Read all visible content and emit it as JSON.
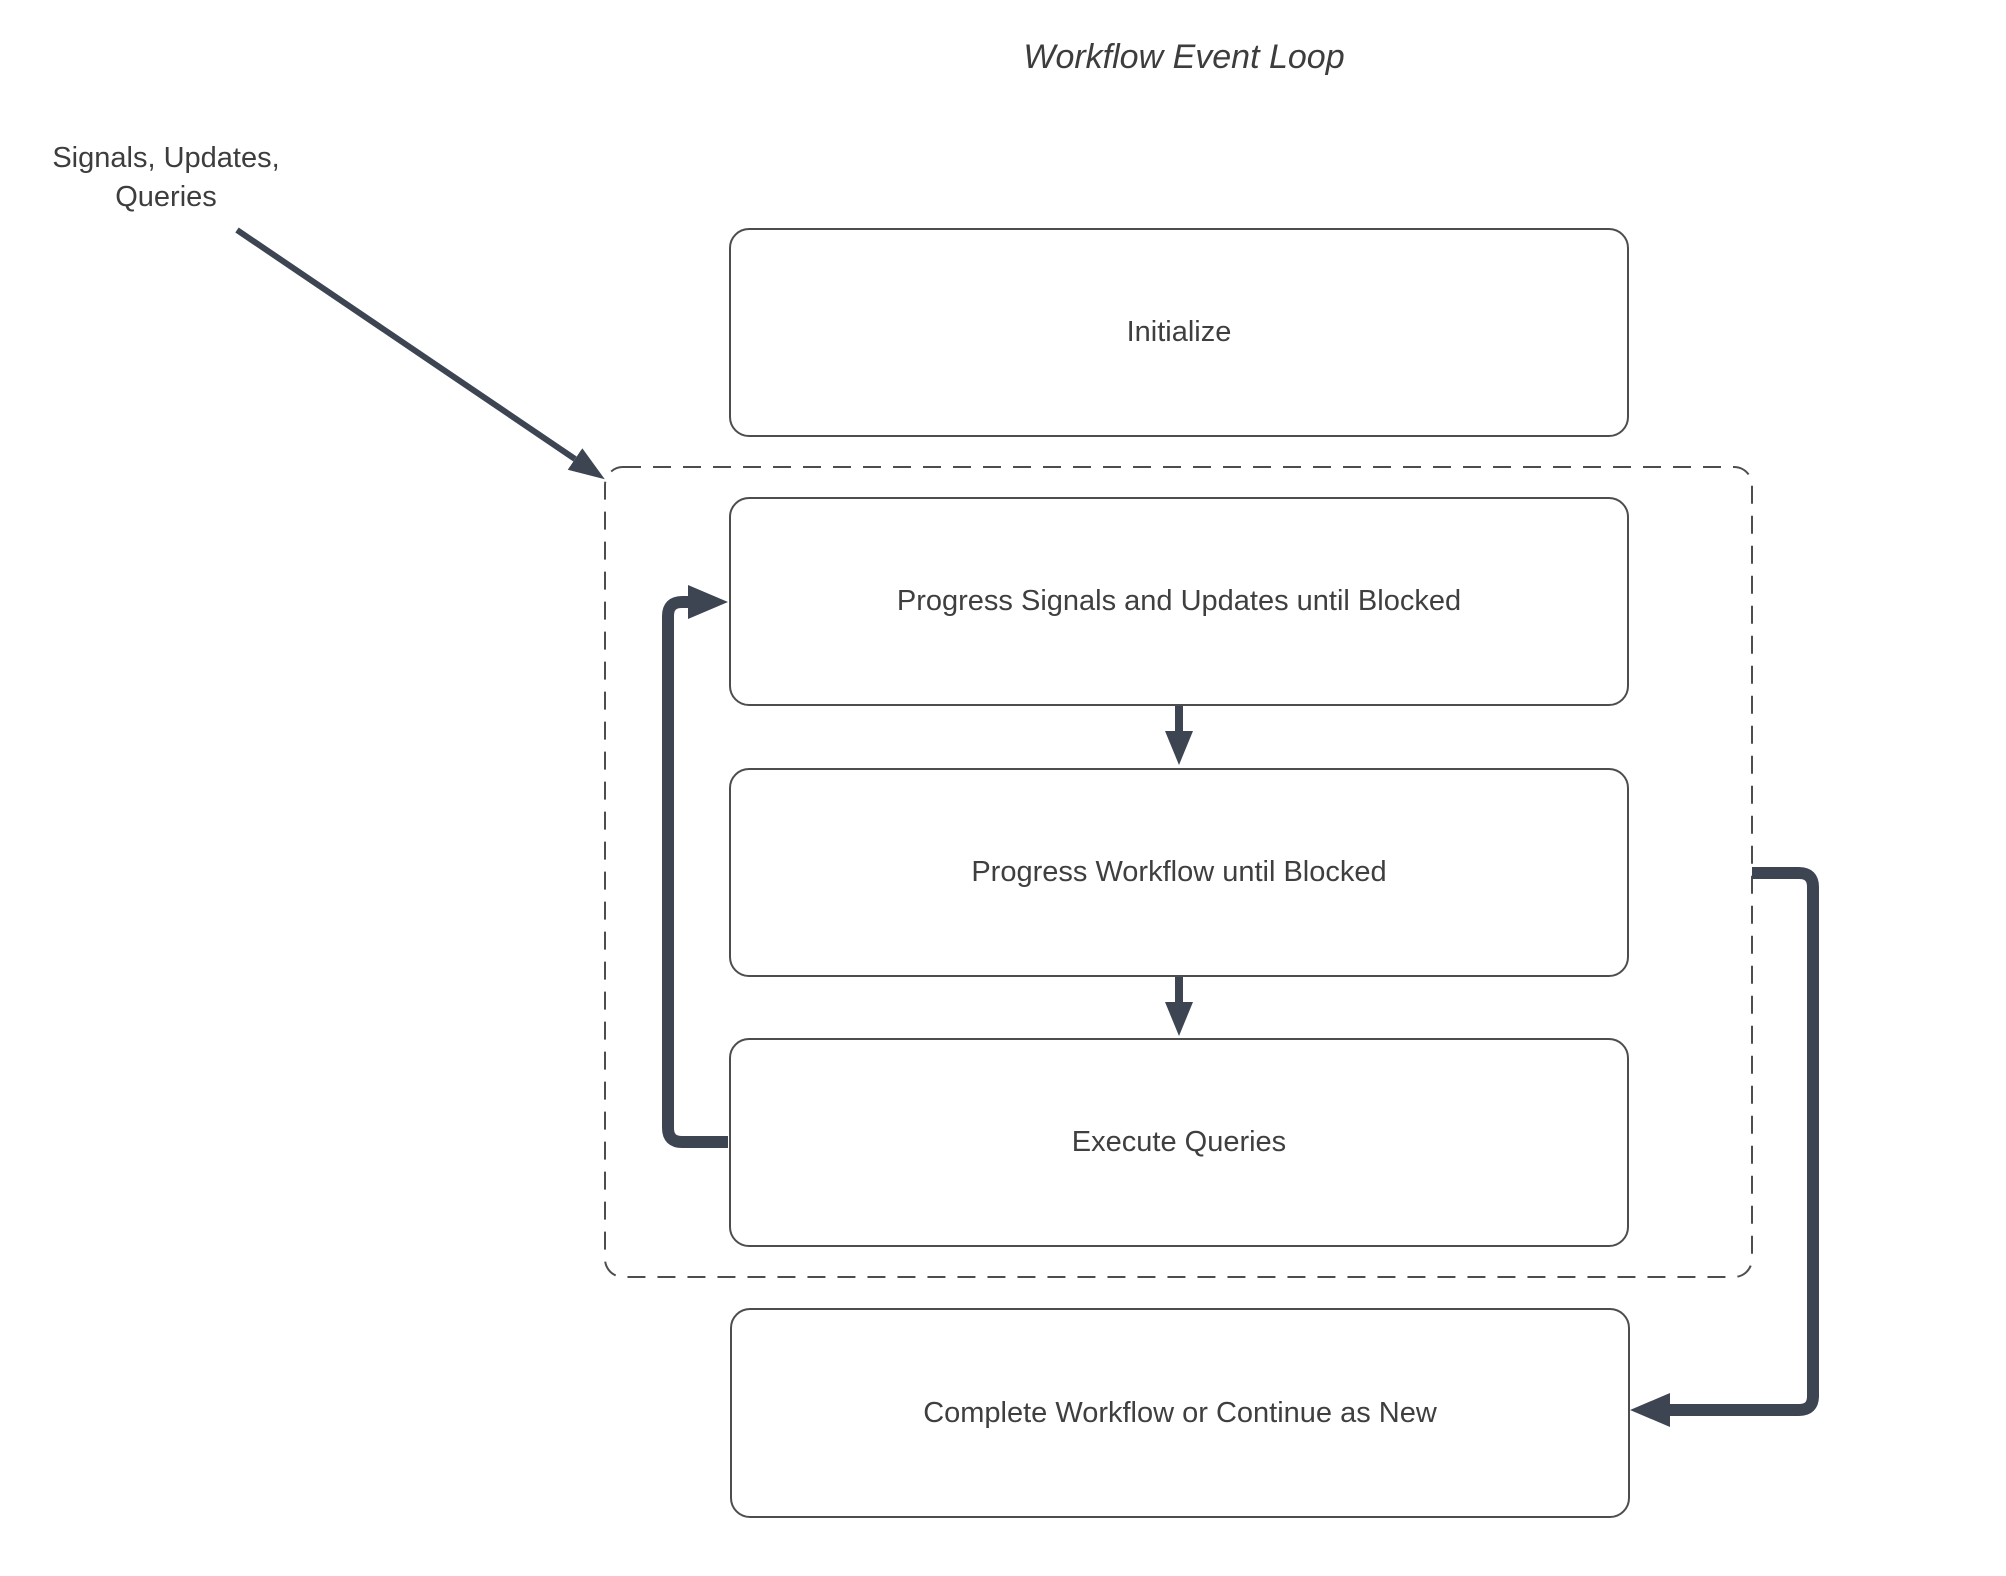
{
  "title": "Workflow Event Loop",
  "annotation": {
    "line1": "Signals, Updates,",
    "line2": "Queries"
  },
  "nodes": {
    "initialize": "Initialize",
    "progress_signals": "Progress Signals and Updates until Blocked",
    "progress_workflow": "Progress Workflow until Blocked",
    "execute_queries": "Execute Queries",
    "complete_workflow": "Complete Workflow or Continue as New"
  },
  "container": {
    "style": "dashed",
    "contains": [
      "progress_signals",
      "progress_workflow",
      "execute_queries"
    ]
  },
  "edges": [
    {
      "from": "annotation",
      "to": "event-loop-container",
      "style": "thin-diagonal"
    },
    {
      "from": "progress_signals",
      "to": "progress_workflow",
      "style": "short-vertical"
    },
    {
      "from": "progress_workflow",
      "to": "execute_queries",
      "style": "short-vertical"
    },
    {
      "from": "execute_queries",
      "to": "progress_signals",
      "style": "thick-loop-left"
    },
    {
      "from": "event-loop-container",
      "to": "complete_workflow",
      "style": "thick-loop-right"
    }
  ],
  "colors": {
    "arrow": "#3e4552",
    "border": "#4d4d4d",
    "text": "#3f3f3f",
    "background": "#ffffff"
  }
}
